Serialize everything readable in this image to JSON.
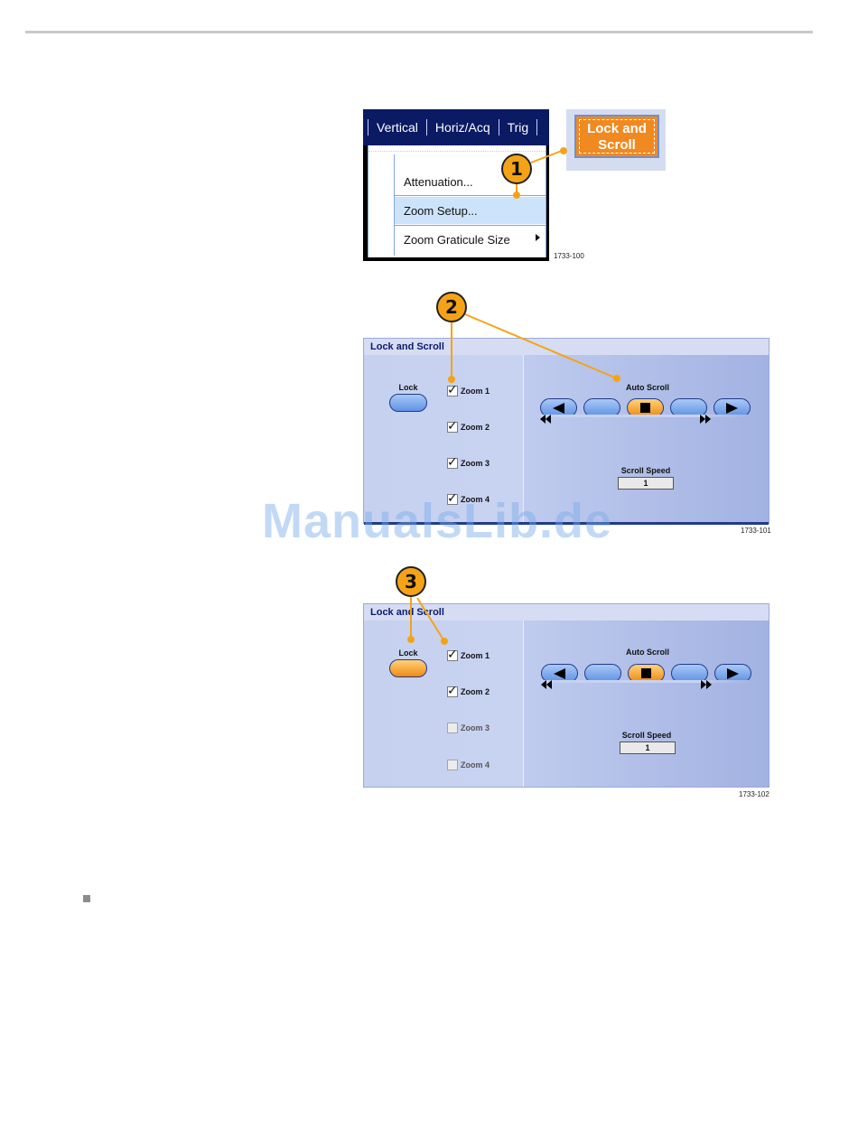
{
  "menubar": {
    "items": [
      "Vertical",
      "Horiz/Acq",
      "Trig"
    ]
  },
  "menu": {
    "items": [
      {
        "label": "Attenuation...",
        "selected": false
      },
      {
        "label": "Zoom Setup...",
        "selected": true
      },
      {
        "label": "Zoom Graticule Size",
        "selected": false,
        "submenu": true
      }
    ]
  },
  "lock_scroll_button": {
    "label": "Lock and\nScroll"
  },
  "figure_ids": [
    "1733-100",
    "1733-101",
    "1733-102"
  ],
  "callouts": [
    "1",
    "2",
    "3"
  ],
  "panel1": {
    "title": "Lock and Scroll",
    "lock_label": "Lock",
    "lock_on": false,
    "zooms": [
      {
        "label": "Zoom 1",
        "checked": true
      },
      {
        "label": "Zoom 2",
        "checked": true
      },
      {
        "label": "Zoom 3",
        "checked": true
      },
      {
        "label": "Zoom 4",
        "checked": true
      }
    ],
    "auto_scroll_label": "Auto Scroll",
    "scroll_speed_label": "Scroll Speed",
    "scroll_speed_value": "1"
  },
  "panel2": {
    "title": "Lock and Scroll",
    "lock_label": "Lock",
    "lock_on": true,
    "zooms": [
      {
        "label": "Zoom 1",
        "checked": true
      },
      {
        "label": "Zoom 2",
        "checked": true
      },
      {
        "label": "Zoom 3",
        "checked": false
      },
      {
        "label": "Zoom 4",
        "checked": false
      }
    ],
    "auto_scroll_label": "Auto Scroll",
    "scroll_speed_label": "Scroll Speed",
    "scroll_speed_value": "1"
  },
  "scroll_controls": [
    "play-reverse-icon",
    "fast-reverse-icon",
    "stop-icon",
    "fast-forward-icon",
    "play-forward-icon"
  ],
  "watermark": "ManualsLib.de",
  "colors": {
    "callout": "#f5a316",
    "menubar": "#0a1a63",
    "panel_title": "#0b1a6b",
    "active_button": "#f08a14",
    "inactive_button": "#5f92e4"
  }
}
